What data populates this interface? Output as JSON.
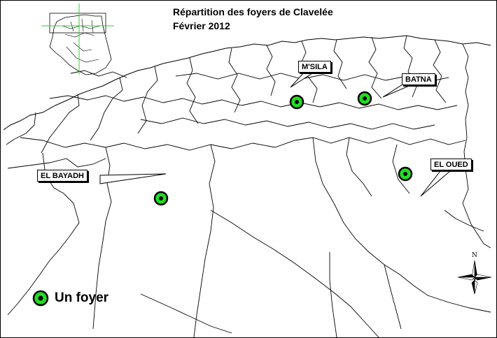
{
  "title": {
    "line1": "Répartition des foyers de Clavelée",
    "line2": "Février 2012"
  },
  "foyers": [
    {
      "name": "M'SILA",
      "marker_icon": "foyer-marker-icon"
    },
    {
      "name": "BATNA",
      "marker_icon": "foyer-marker-icon"
    },
    {
      "name": "EL OUED",
      "marker_icon": "foyer-marker-icon"
    },
    {
      "name": "EL BAYADH",
      "marker_icon": "foyer-marker-icon"
    }
  ],
  "legend": {
    "label": "Un foyer",
    "icon": "foyer-marker-icon"
  },
  "north_arrow": {
    "letter": "N",
    "icon": "north-arrow-icon"
  },
  "inset": {
    "icon": "algeria-locator-map-icon"
  },
  "colors": {
    "marker_fill": "#22dd22",
    "marker_center": "#000000",
    "locator_cross": "#33cc33",
    "border_lines": "#000000"
  }
}
